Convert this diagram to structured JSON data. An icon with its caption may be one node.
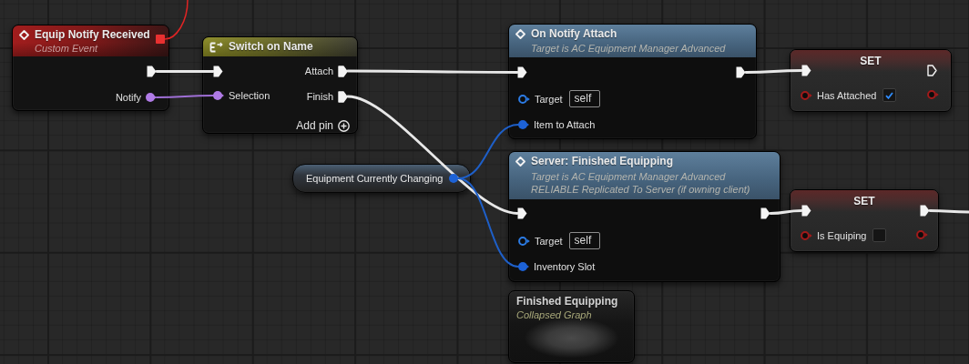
{
  "diagram": {
    "nodes": [
      {
        "text": [
          "Equip Notify Received",
          "Custom Event"
        ]
      },
      {
        "text": [],
        "shape": "pentagon",
        "in": 0
      },
      {
        "text": [
          "Notify"
        ],
        "in": 0
      },
      {
        "text": [],
        "shape": "box",
        "in": 0
      },
      {
        "text": [
          "Switch on Name",
          "Add pin"
        ]
      },
      {
        "text": [],
        "shape": "pentagon",
        "in": 4
      },
      {
        "text": [
          "Selection"
        ],
        "in": 4
      },
      {
        "text": [
          "Attach"
        ],
        "in": 4
      },
      {
        "text": [
          "Finish"
        ],
        "in": 4
      },
      {
        "text": [
          "Equipment Currently Changing"
        ]
      },
      {
        "text": [],
        "shape": "circle",
        "in": 9
      },
      {
        "text": [
          "On Notify Attach",
          "Target is AC Equipment Manager Advanced",
          "Target",
          "self"
        ]
      },
      {
        "text": [],
        "shape": "pentagon",
        "in": 11
      },
      {
        "text": [],
        "shape": "pentagon",
        "in": 11
      },
      {
        "text": [
          "Item to Attach"
        ],
        "in": 11
      },
      {
        "text": [
          "Server: Finished Equipping",
          "Target is AC Equipment Manager Advanced",
          "RELIABLE Replicated To Server (if owning client)",
          "Target",
          "self"
        ]
      },
      {
        "text": [],
        "shape": "pentagon",
        "in": 15
      },
      {
        "text": [],
        "shape": "pentagon",
        "in": 15
      },
      {
        "text": [
          "Inventory Slot"
        ],
        "in": 15
      },
      {
        "text": [
          "SET",
          "Has Attached"
        ]
      },
      {
        "text": [],
        "shape": "pentagon",
        "in": 19
      },
      {
        "text": [
          "SET",
          "Is Equiping"
        ]
      },
      {
        "text": [],
        "shape": "pentagon",
        "in": 21
      },
      {
        "text": [],
        "shape": "pentagon",
        "in": 21
      },
      {
        "text": [
          "Finished Equipping",
          "Collapsed Graph"
        ]
      }
    ],
    "edges": [
      {
        "from": 3,
        "to": null,
        "arrow": "none",
        "color": "#e02424"
      },
      {
        "from": 1,
        "to": 5,
        "arrow": "none"
      },
      {
        "from": 2,
        "to": 6,
        "arrow": "none",
        "color": "#9f6fd6"
      },
      {
        "from": 7,
        "to": 12,
        "arrow": "none"
      },
      {
        "from": 8,
        "to": 16,
        "arrow": "none"
      },
      {
        "from": 10,
        "to": 14,
        "arrow": "none",
        "color": "#1e5fc8"
      },
      {
        "from": 10,
        "to": 18,
        "arrow": "none",
        "color": "#1e5fc8"
      },
      {
        "from": 13,
        "to": 20,
        "arrow": "none"
      },
      {
        "from": 17,
        "to": 22,
        "arrow": "none"
      },
      {
        "from": 23,
        "to": null,
        "arrow": "none"
      }
    ]
  }
}
